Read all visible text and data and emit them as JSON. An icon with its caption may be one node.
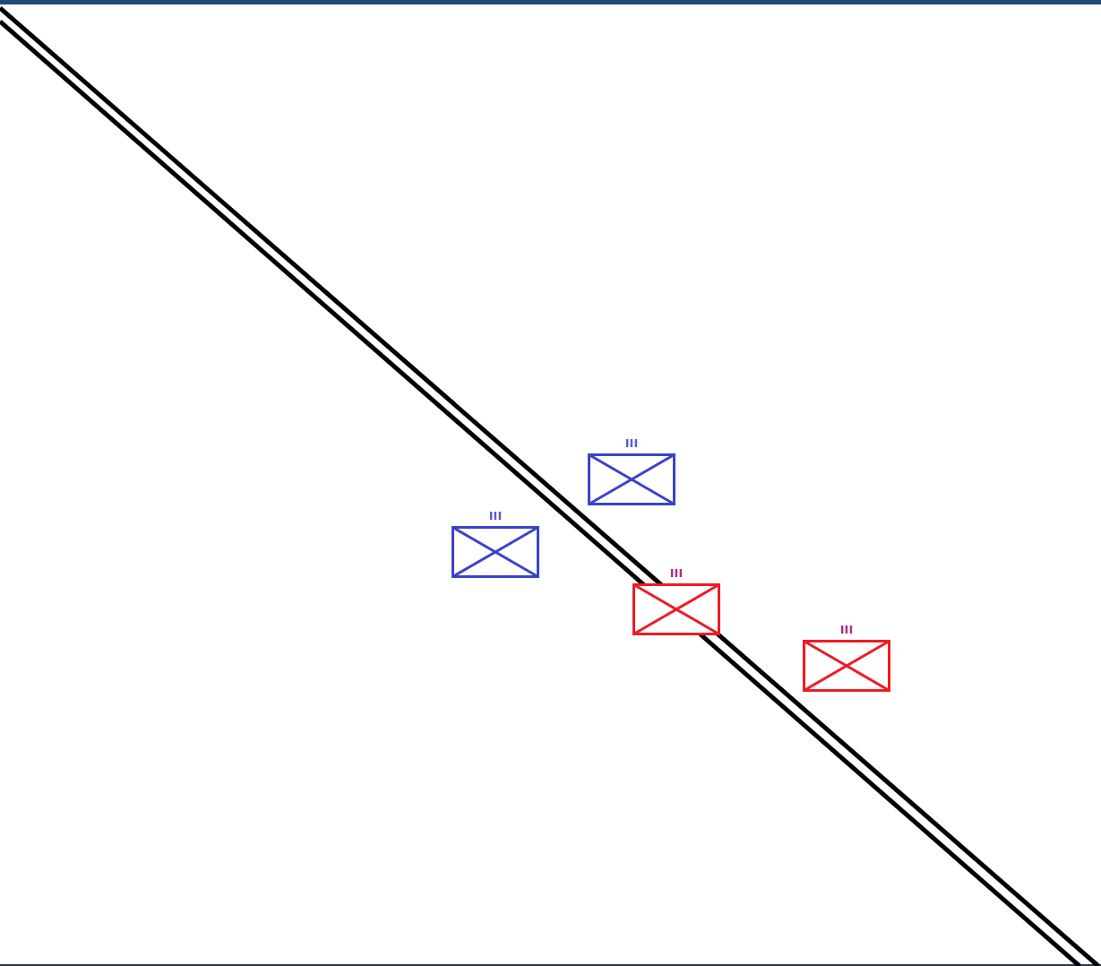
{
  "diagram": {
    "nodes": [
      {
        "text": [
          "III"
        ]
      },
      {
        "text": [
          "III"
        ]
      },
      {
        "text": [
          "III"
        ]
      },
      {
        "text": [
          "III"
        ]
      }
    ]
  }
}
